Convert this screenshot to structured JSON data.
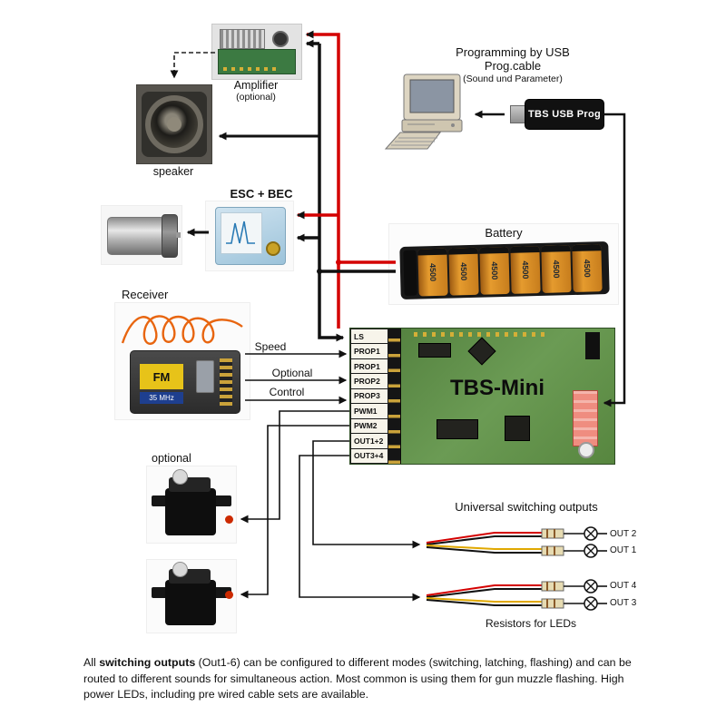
{
  "amplifier": {
    "label": "Amplifier",
    "sublabel": "(optional)"
  },
  "speaker": {
    "label": "speaker"
  },
  "esc": {
    "label": "ESC + BEC"
  },
  "receiver": {
    "label": "Receiver",
    "fm": "FM",
    "mhz": "35 MHz"
  },
  "programming": {
    "line1": "Programming by USB",
    "line2": "Prog.cable",
    "line3": "(Sound und Parameter)"
  },
  "dongle": {
    "label": "TBS USB Prog"
  },
  "battery": {
    "label": "Battery",
    "cell": "4500"
  },
  "board": {
    "name": "TBS-Mini",
    "pins": [
      "LS",
      "PROP1",
      "PROP1",
      "PROP2",
      "PROP3",
      "PWM1",
      "PWM2",
      "OUT1+2",
      "OUT3+4"
    ]
  },
  "signals": {
    "speed": "Speed",
    "optional": "Optional",
    "control": "Control"
  },
  "servos": {
    "label": "optional"
  },
  "outputs": {
    "title": "Universal switching outputs",
    "resistors": "Resistors for LEDs",
    "out1": "OUT 1",
    "out2": "OUT 2",
    "out3": "OUT 3",
    "out4": "OUT 4"
  },
  "footer": {
    "part1": "All ",
    "bold": "switching outputs",
    "part2": " (Out1-6) can be configured to different modes (switching, latching, flashing) and can be routed to different sounds for simultaneous action. Most common is using them for gun muzzle flashing. High power LEDs, including pre wired cable sets are available."
  },
  "colors": {
    "wire_red": "#d40000",
    "wire_black": "#111111",
    "wire_yellow": "#e0a800",
    "pcb_green": "#5a8a45",
    "battery_orange": "#e59b2e",
    "antenna_orange": "#e8650f",
    "label_plate_yellow": "#e7c319"
  }
}
